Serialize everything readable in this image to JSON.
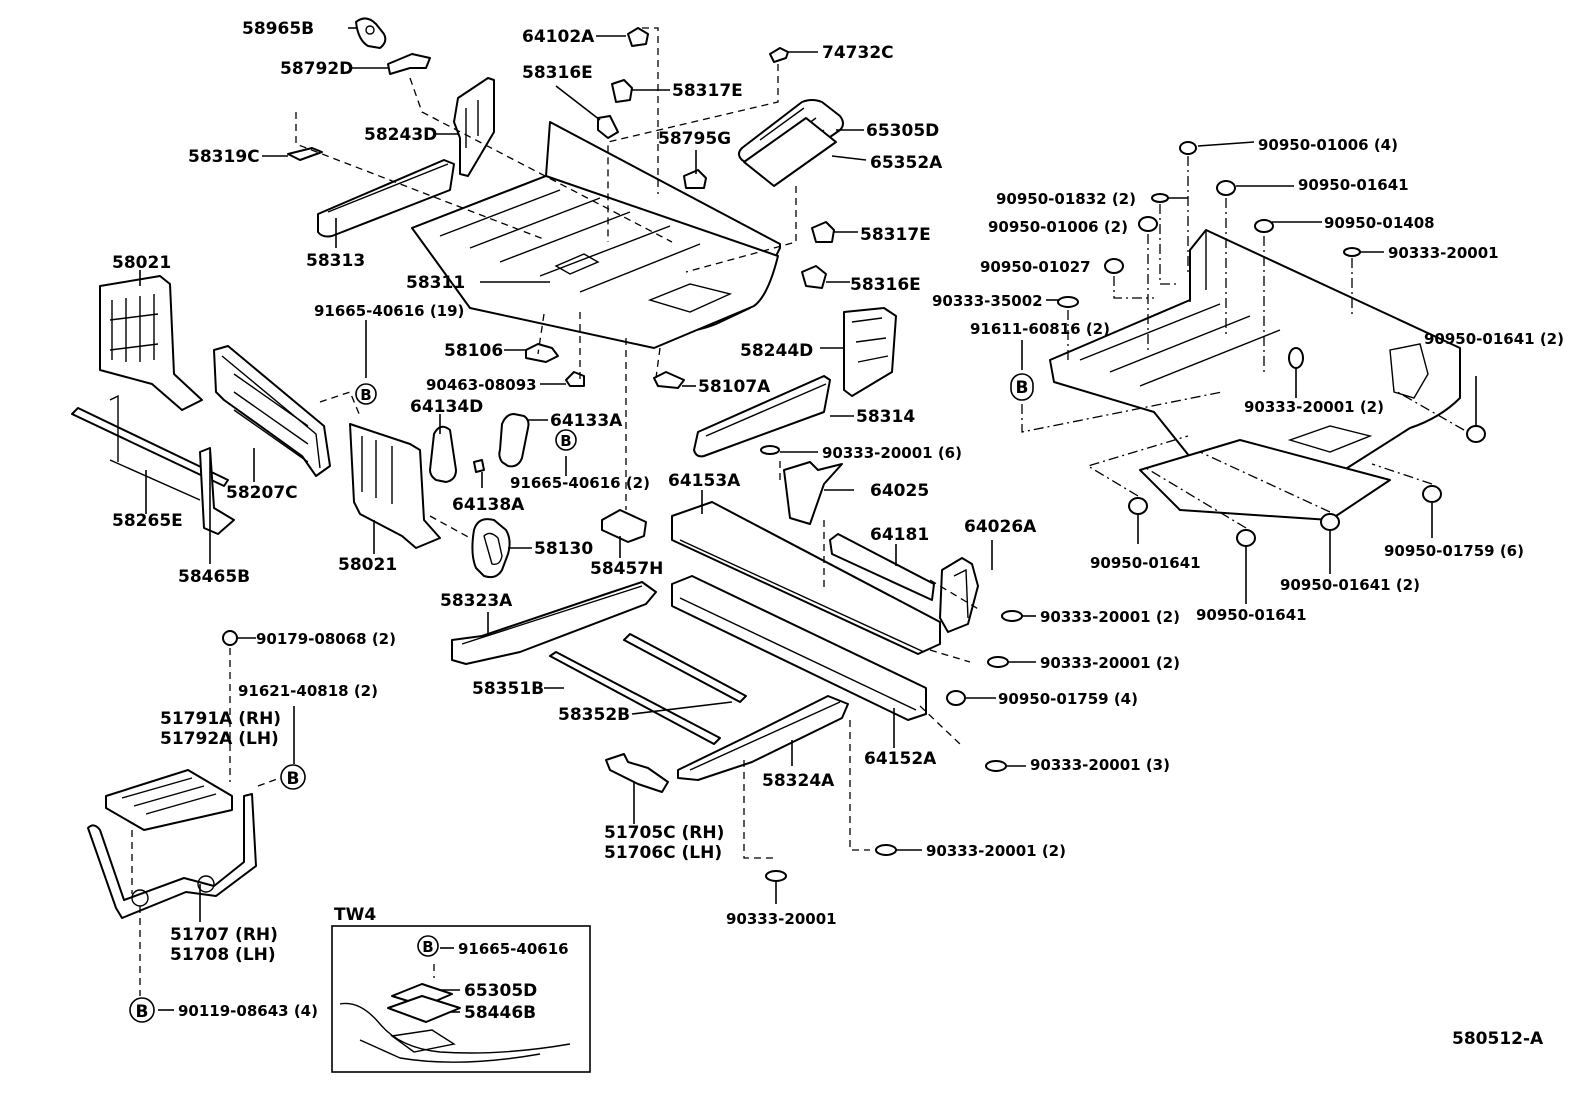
{
  "diagram_id": "580512-A",
  "labels": {
    "l01": "58965B",
    "l02": "58792D",
    "l03": "64102A",
    "l04": "74732C",
    "l05": "58316E",
    "l06": "58317E",
    "l07": "58243D",
    "l08": "58319C",
    "l09": "58795G",
    "l10": "65305D",
    "l11": "65352A",
    "l12": "58317E",
    "l13": "58313",
    "l14": "58311",
    "l15": "58316E",
    "l16": "58021",
    "l17": "91665-40616 (19)",
    "l18": "58106",
    "l19": "58244D",
    "l20": "90463-08093",
    "l21": "58107A",
    "l22": "64134D",
    "l23": "64133A",
    "l24": "58314",
    "l25": "90333-20001 (6)",
    "l26": "91665-40616 (2)",
    "l27": "64138A",
    "l28": "64153A",
    "l29": "64025",
    "l30": "58265E",
    "l31": "58207C",
    "l32": "64181",
    "l33": "64026A",
    "l34": "58130",
    "l35": "58021",
    "l36": "58457H",
    "l37": "58465B",
    "l38": "58323A",
    "l39": "90333-20001 (2)",
    "l40": "90179-08068 (2)",
    "l41": "90333-20001 (2)",
    "l42": "91621-40818 (2)",
    "l43": "58351B",
    "l44": "90950-01759 (4)",
    "l45": "51791A (RH)",
    "l46": "51792A (LH)",
    "l47": "58352B",
    "l48": "64152A",
    "l49": "90333-20001 (3)",
    "l50": "58324A",
    "l51": "51705C (RH)",
    "l52": "51706C (LH)",
    "l53": "90333-20001 (2)",
    "l54": "90333-20001",
    "l55": "51707 (RH)",
    "l56": "51708 (LH)",
    "l57": "TW4",
    "l58": "91665-40616",
    "l59": "65305D",
    "l60": "58446B",
    "l61": "90119-08643 (4)",
    "l62": "90950-01006 (4)",
    "l63": "90950-01641",
    "l64": "90950-01832 (2)",
    "l65": "90950-01006 (2)",
    "l66": "90950-01408",
    "l67": "90333-20001",
    "l68": "90950-01027",
    "l69": "90333-35002",
    "l70": "91611-60816 (2)",
    "l71": "90950-01641 (2)",
    "l72": "90333-20001 (2)",
    "l73": "90950-01641",
    "l74": "90950-01759 (6)",
    "l75": "90950-01641 (2)",
    "l76": "90950-01641",
    "l77": "580512-A"
  },
  "ref_marks": {
    "b": "B"
  }
}
